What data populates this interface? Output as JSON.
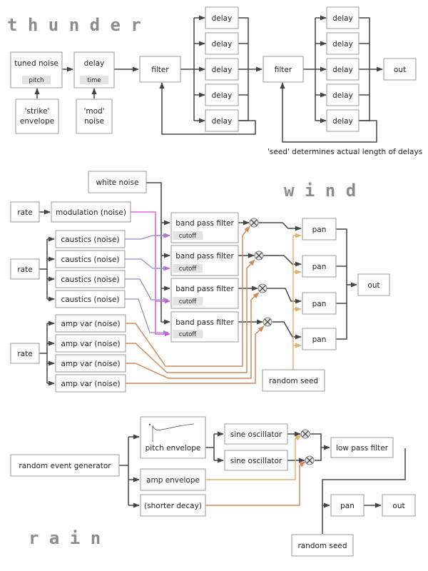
{
  "sections": {
    "thunder": "t h u n d e r",
    "wind": "w i n d",
    "rain": "r a i n"
  },
  "thunder": {
    "tuned_noise": "tuned noise",
    "pitch": "pitch",
    "delay": "delay",
    "time": "time",
    "strike_1": "'strike'",
    "strike_2": "envelope",
    "mod_1": "'mod'",
    "mod_2": "noise",
    "filter": "filter",
    "delay_box": "delay",
    "out": "out",
    "seed_note": "'seed' determines actual length of delays"
  },
  "wind": {
    "white_noise": "white noise",
    "rate": "rate",
    "modulation": "modulation (noise)",
    "caustics": "caustics (noise)",
    "amp_var": "amp var (noise)",
    "band_pass": "band pass filter",
    "cutoff": "cutoff",
    "pan": "pan",
    "out": "out",
    "random_seed": "random seed"
  },
  "rain": {
    "random_event_generator": "random event generator",
    "pitch_envelope": "pitch envelope",
    "amp_envelope": "amp envelope",
    "shorter_decay": "(shorter decay)",
    "sine_oscillator": "sine oscillator",
    "low_pass_filter": "low pass filter",
    "pan": "pan",
    "out": "out",
    "random_seed": "random seed"
  },
  "colors": {
    "wire": "#444444",
    "modulation_wire": "#e040e0",
    "caustics_wire": "#9a88c8",
    "amp_var_wire": "#d08a58",
    "seed_wire": "#e0b070",
    "box_border": "#9a9a9a"
  }
}
